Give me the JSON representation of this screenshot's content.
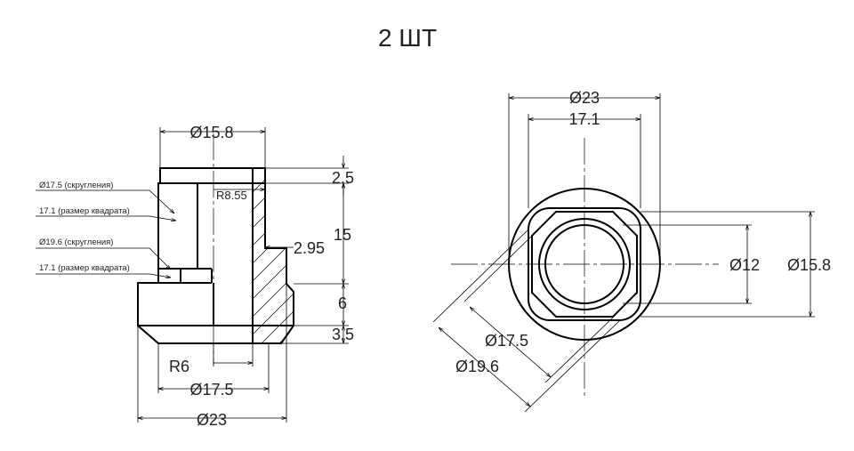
{
  "title": "2 ШТ",
  "side_view": {
    "dims": {
      "top_diameter": "Ø15.8",
      "bottom_inner_diameter": "Ø17.5",
      "bottom_outer_diameter": "Ø23",
      "radius_top": "R8.55",
      "radius_bottom": "R6",
      "wall": "2.95",
      "h_top": "2.5",
      "h_mid": "15",
      "h_flange": "6",
      "h_chamfer": "3.5"
    },
    "notes": [
      "Ø17.5 (скругления)",
      "17.1 (размер квадрата)",
      "Ø19.6 (скругления)",
      "17.1 (размер квадрата)"
    ]
  },
  "top_view": {
    "dims": {
      "outer_diameter": "Ø23",
      "square": "17.1",
      "bore": "Ø12",
      "hex_diameter": "Ø15.8",
      "round_small": "Ø17.5",
      "round_large": "Ø19.6"
    }
  }
}
